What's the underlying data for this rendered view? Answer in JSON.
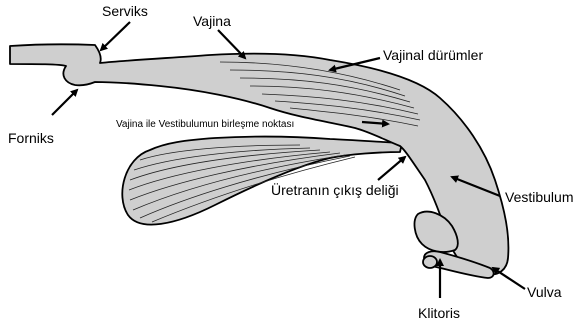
{
  "labels": {
    "serviks": "Serviks",
    "vajina": "Vajina",
    "vajinal_durumler": "Vajinal dürümler",
    "forniks": "Forniks",
    "birlesme": "Vajina ile Vestibulumun birleşme noktası",
    "uretra": "Üretranın çıkış deliği",
    "vestibulum": "Vestibulum",
    "klitoris": "Klitoris",
    "vulva": "Vulva"
  },
  "colors": {
    "organ_fill": "#cfcfcf",
    "outline": "#000000",
    "background": "#ffffff"
  }
}
